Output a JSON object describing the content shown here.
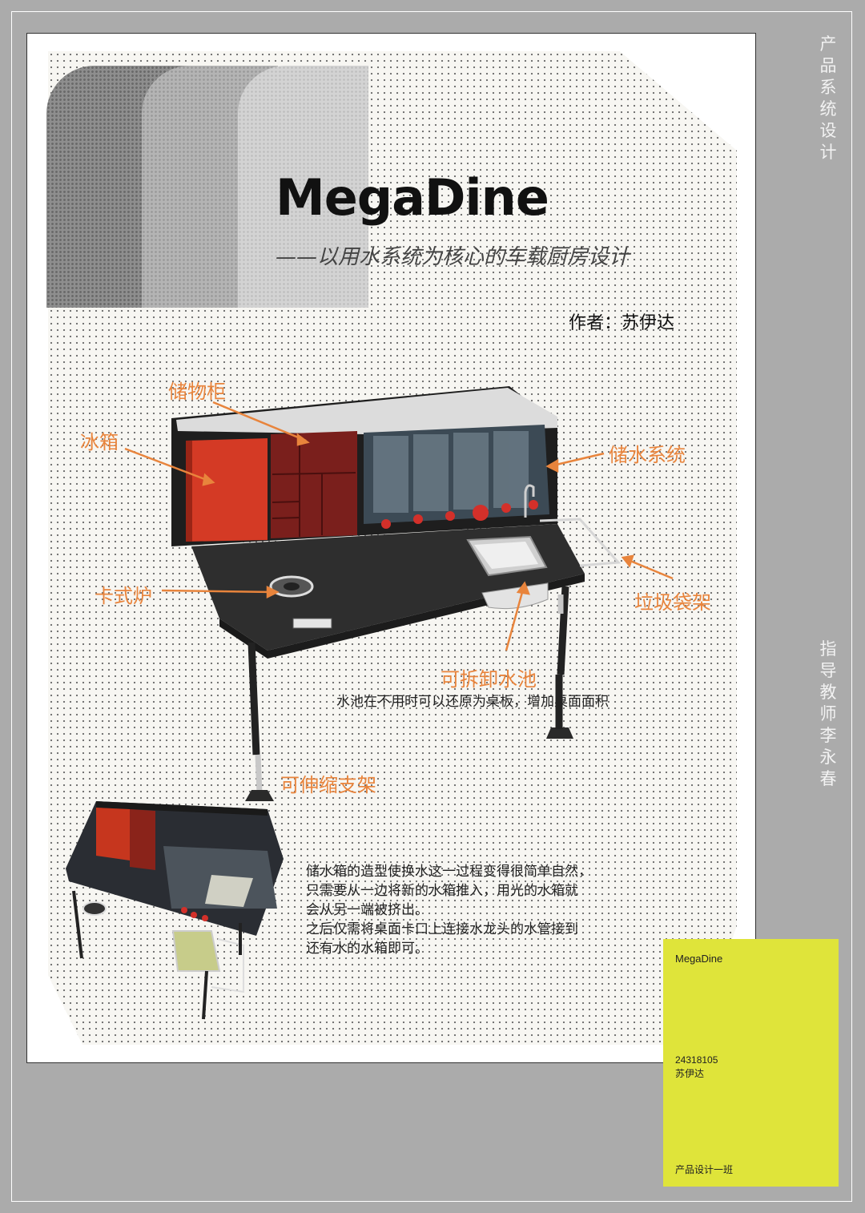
{
  "title": "MegaDine",
  "subtitle": "——以用水系统为核心的车载厨房设计",
  "author": "作者：苏伊达",
  "callouts": {
    "storage_cabinet": "储物柜",
    "fridge": "冰箱",
    "water_storage": "储水系统",
    "stove": "卡式炉",
    "trash_rack": "垃圾袋架",
    "removable_sink": "可拆卸水池",
    "telescopic_stand": "可伸缩支架"
  },
  "sink_note": "水池在不用时可以还原为桌板，增加桌面面积",
  "description": [
    "储水箱的造型使换水这一过程变得很简单自然，",
    "只需要从一边将新的水箱推入，用光的水箱就",
    "会从另一端被挤出。",
    "之后仅需将桌面卡口上连接水龙头的水管接到",
    "还有水的水箱即可。"
  ],
  "card": {
    "title": "MegaDine",
    "student_id": "24318105",
    "student_name": "苏伊达",
    "class_name": "产品设计一班"
  },
  "side_course": "产品系统设计",
  "side_advisor": "指导教师李永春",
  "colors": {
    "accent_orange": "#e8843c",
    "card_yellow": "#dfe43a",
    "background_gray": "#ababab"
  }
}
